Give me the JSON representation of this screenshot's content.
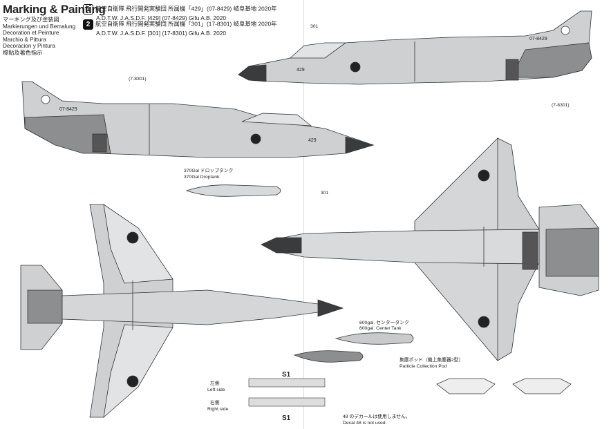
{
  "header": {
    "title": "Marking & Painting",
    "languages": [
      "マーキング及び塗装図",
      "Markierungen und Bemalung",
      "Decoration et Peinture",
      "Marchio & Pittura",
      "Decoracion y Pintura",
      "標貼及著色指示"
    ]
  },
  "versions": [
    {
      "badge": "1",
      "jp": "航空自衛隊 飛行開発実験団 所属機「429」(07-8429) 岐阜基地 2020年",
      "en": "A.D.T.W. J.A.S.D.F. [429] (07-8429) Gifu A.B. 2020"
    },
    {
      "badge": "2",
      "jp": "航空自衛隊 飛行開発実験団 所属機「301」(17-8301) 岐阜基地 2020年",
      "en": "A.D.T.W. J.A.S.D.F. [301] (17-8301) Gifu A.B. 2020"
    }
  ],
  "labels": {
    "droptank_jp": "370Gal ドロップタンク",
    "droptank_en": "370Gal Droptank",
    "centertank_en": "600gal. センタータンク",
    "centertank_en2": "600gal. Center Tank",
    "pod_jp": "集塵ポッド（機上集塵器2型）",
    "pod_en": "Particle Collection Pod",
    "left_jp": "左側",
    "left_en": "Left side",
    "right_jp": "右側",
    "right_en": "Right side",
    "s1_top": "S1",
    "s1_bottom": "S1",
    "decal_jp": "48 のデカールは使用しません。",
    "decal_en": "Decal 48 is not used.",
    "tail_code_upper": "07-8429",
    "tail_code_side": "07-8429",
    "nose_num_upper": "429",
    "nose_num_side": "429",
    "ref_301_a": "(7-8301)",
    "ref_301_b": "(7-8301)",
    "ref_301_c": "301",
    "ref_301_d": "301"
  },
  "colors": {
    "light_gray": "#c9cacb",
    "mid_gray": "#a9aaac",
    "dark_gray": "#6e6f71",
    "nose_dark": "#3a3b3d",
    "outline": "#333333"
  }
}
